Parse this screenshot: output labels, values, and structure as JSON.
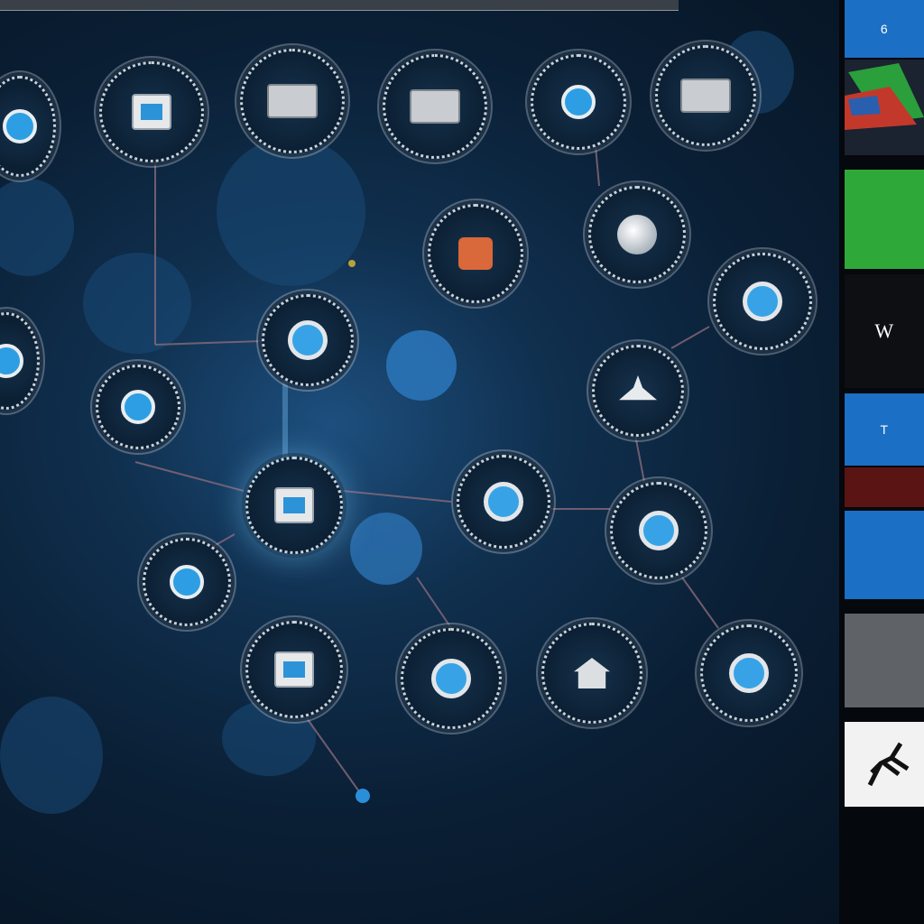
{
  "titlebar": {
    "text": ""
  },
  "accent": "#2d93d8",
  "node_border": "#c9d2da",
  "nodes": [
    {
      "id": "n1",
      "icon": "gem-icon"
    },
    {
      "id": "n2",
      "icon": "tile-icon"
    },
    {
      "id": "n3",
      "icon": "box-icon"
    },
    {
      "id": "n4",
      "icon": "box-icon"
    },
    {
      "id": "n5",
      "icon": "gem-icon"
    },
    {
      "id": "n6",
      "icon": "box-icon"
    },
    {
      "id": "n7",
      "icon": "orange-icon"
    },
    {
      "id": "n8",
      "icon": "pearl-icon"
    },
    {
      "id": "n9",
      "icon": "ring-icon"
    },
    {
      "id": "n10",
      "icon": "gem-icon"
    },
    {
      "id": "n11",
      "icon": "ring-icon"
    },
    {
      "id": "n12",
      "icon": "gem-icon"
    },
    {
      "id": "n13",
      "icon": "bell-icon"
    },
    {
      "id": "n14",
      "icon": "tile-icon"
    },
    {
      "id": "n15",
      "icon": "ring-icon"
    },
    {
      "id": "n16",
      "icon": "ring-icon"
    },
    {
      "id": "n17",
      "icon": "gem-icon"
    },
    {
      "id": "n18",
      "icon": "tile-icon"
    },
    {
      "id": "n19",
      "icon": "ring-icon"
    },
    {
      "id": "n20",
      "icon": "house-icon"
    },
    {
      "id": "n21",
      "icon": "ring-icon"
    }
  ],
  "sidebar": {
    "cards": [
      {
        "label": "6",
        "color": "#1b6fc4"
      },
      {
        "label": "",
        "color": "#1e2a24"
      },
      {
        "label": "",
        "color": "#2fa83a"
      },
      {
        "label": "W",
        "color": "#0d0f12"
      },
      {
        "label": "T",
        "color": "#1b6fc4"
      },
      {
        "label": "",
        "color": "#5a1414"
      },
      {
        "label": "",
        "color": "#1b6fc4"
      },
      {
        "label": "",
        "color": "#5f6266"
      },
      {
        "label": "",
        "color": "#f2f2f2"
      }
    ],
    "footer_1": "",
    "footer_2": ""
  },
  "status": {
    "left_text": ""
  }
}
